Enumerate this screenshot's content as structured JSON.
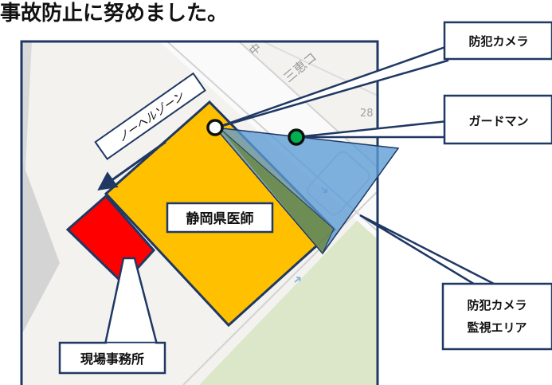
{
  "heading": "事故防止に努めました。",
  "map": {
    "street_label_1": "中",
    "street_label_2": "三恵コ",
    "lot_number": "28"
  },
  "no_helmet_zone_label": "ノーヘルゾーン",
  "building_label": "静岡県医師",
  "site_office_label": "現場事務所",
  "callouts": {
    "camera": "防犯カメラ",
    "guardman": "ガードマン",
    "monitor_area_line1": "防犯カメラ",
    "monitor_area_line2": "監視エリア"
  },
  "colors": {
    "building": "#ffc000",
    "site_office": "#ff0000",
    "monitor_area": "#5b9bd5",
    "guard_marker": "#00b050",
    "outline": "#1f3864",
    "map_background": "#f3f2ef",
    "green_area": "#dce6c8"
  }
}
